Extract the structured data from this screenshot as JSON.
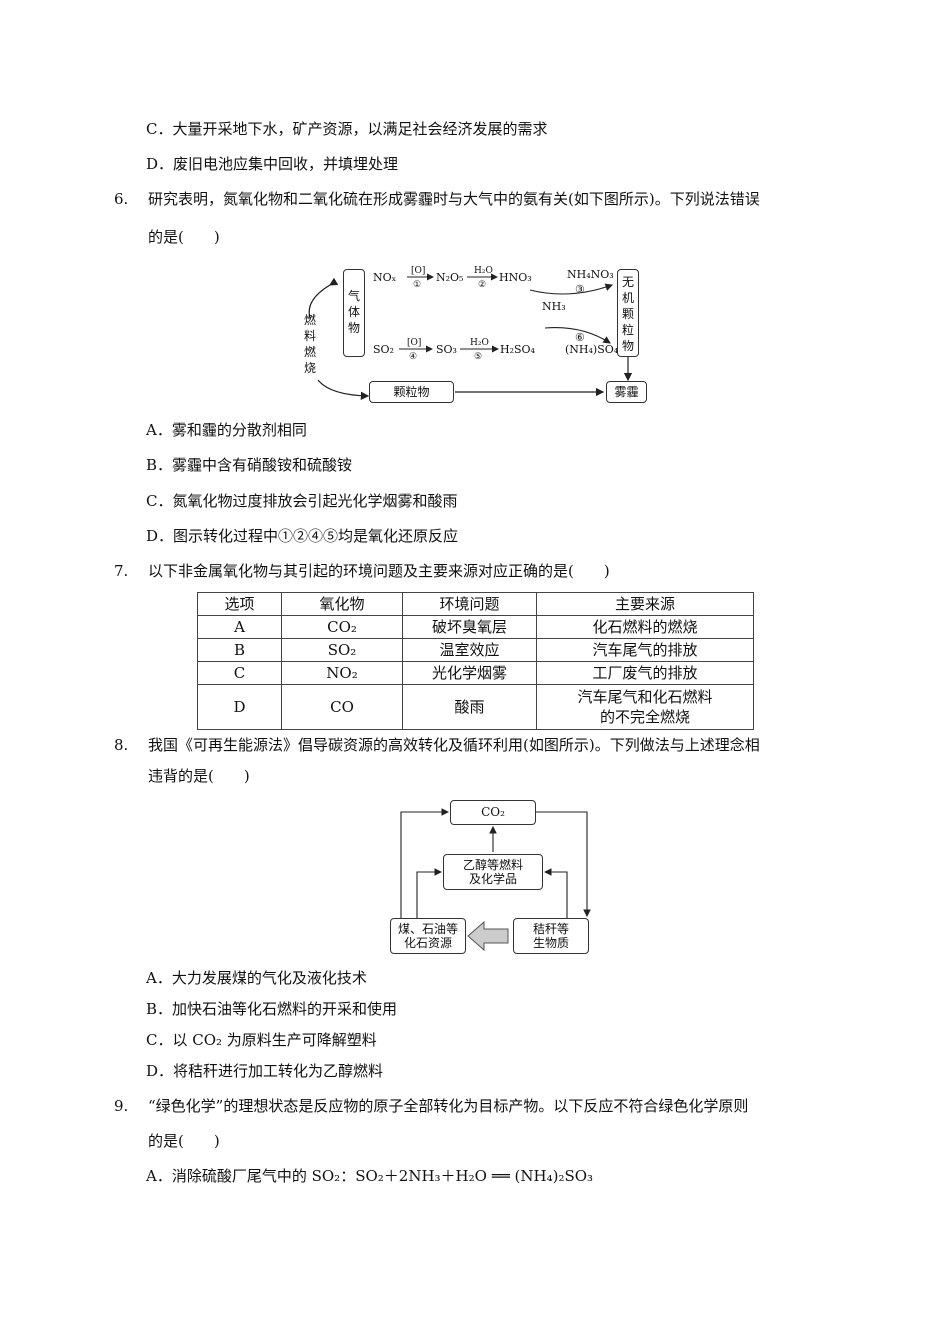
{
  "q5": {
    "optC": "C．大量开采地下水，矿产资源，以满足社会经济发展的需求",
    "optD": "D．废旧电池应集中回收，并填埋处理"
  },
  "q6": {
    "num": "6.",
    "stem1": "研究表明，氮氧化物和二氧化硫在形成雾霾时与大气中的氨有关(如下图所示)。下列说法错误",
    "stem2": "的是(　　)",
    "diagram": {
      "gas": "气体物",
      "fuel": "燃料燃烧",
      "particles": "颗粒物",
      "inorganic": "无机颗粒物",
      "smog": "雾霾",
      "nox": "NOₓ",
      "n2o5": "N₂O₅",
      "hno3": "HNO₃",
      "so2": "SO₂",
      "so3": "SO₃",
      "h2so4": "H₂SO₄",
      "nh4no3": "NH₄NO₃",
      "nh42so4": "(NH₄)SO₄",
      "nh3": "NH₃",
      "o_label": "[O]",
      "h2o_label": "H₂O",
      "c1": "①",
      "c2": "②",
      "c3": "③",
      "c4": "④",
      "c5": "⑤",
      "c6": "⑥"
    },
    "optA": "A．雾和霾的分散剂相同",
    "optB": "B．雾霾中含有硝酸铵和硫酸铵",
    "optC": "C．氮氧化物过度排放会引起光化学烟雾和酸雨",
    "optD": "D．图示转化过程中①②④⑤均是氧化还原反应"
  },
  "q7": {
    "num": "7.",
    "stem": "以下非金属氧化物与其引起的环境问题及主要来源对应正确的是(　　)",
    "headers": [
      "选项",
      "氧化物",
      "环境问题",
      "主要来源"
    ],
    "rows": [
      [
        "A",
        "CO₂",
        "破坏臭氧层",
        "化石燃料的燃烧"
      ],
      [
        "B",
        "SO₂",
        "温室效应",
        "汽车尾气的排放"
      ],
      [
        "C",
        "NO₂",
        "光化学烟雾",
        "工厂废气的排放"
      ],
      [
        "D",
        "CO",
        "酸雨",
        "汽车尾气和化石燃料",
        "的不完全燃烧"
      ]
    ]
  },
  "q8": {
    "num": "8.",
    "stem1": "我国《可再生能源法》倡导碳资源的高效转化及循环利用(如图所示)。下列做法与上述理念相",
    "stem2": "违背的是(　　)",
    "diagram": {
      "co2": "CO₂",
      "ethanol1": "乙醇等燃料",
      "ethanol2": "及化学品",
      "coal1": "煤、石油等",
      "coal2": "化石资源",
      "straw1": "秸秆等",
      "straw2": "生物质"
    },
    "optA": "A．大力发展煤的气化及液化技术",
    "optB": "B．加快石油等化石燃料的开采和使用",
    "optC": "C．以 CO₂ 为原料生产可降解塑料",
    "optD": "D．将秸秆进行加工转化为乙醇燃料"
  },
  "q9": {
    "num": "9.",
    "stem1": "“绿色化学”的理想状态是反应物的原子全部转化为目标产物。以下反应不符合绿色化学原则",
    "stem2": "的是(　　)",
    "optA": "A．消除硫酸厂尾气中的 SO₂：SO₂＋2NH₃＋H₂O ══ (NH₄)₂SO₃"
  }
}
